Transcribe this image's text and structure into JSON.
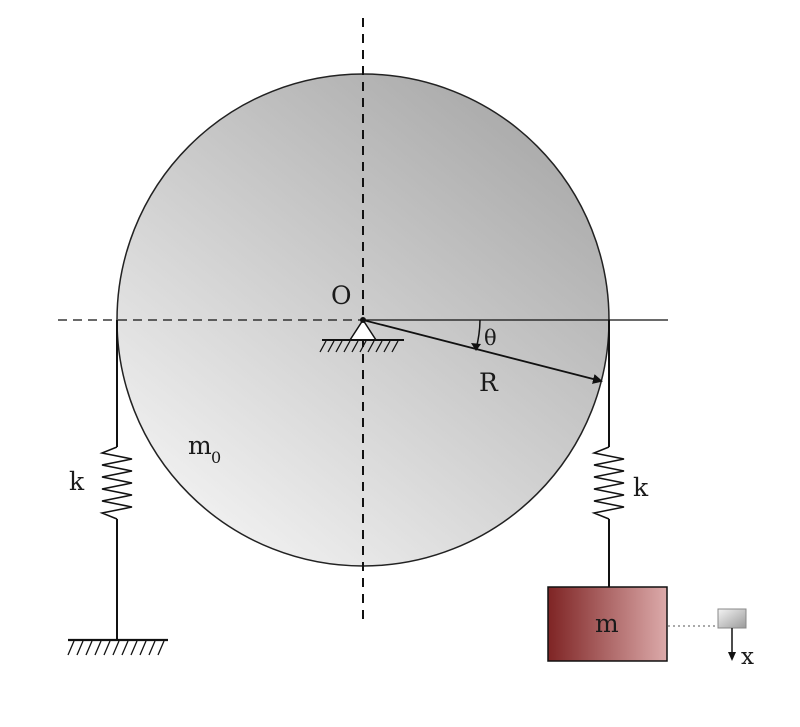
{
  "labels": {
    "pivot": "O",
    "angle": "θ",
    "radius": "R",
    "disk_mass": "m",
    "disk_mass_subscript": "0",
    "spring_left": "k",
    "spring_right": "k",
    "block_mass": "m",
    "displacement": "x"
  },
  "colors": {
    "disk_light": "#f2f2f2",
    "disk_dark": "#a9a9a9",
    "block_dark": "#7e2424",
    "block_light": "#d9a3a3",
    "stroke": "#222222"
  }
}
